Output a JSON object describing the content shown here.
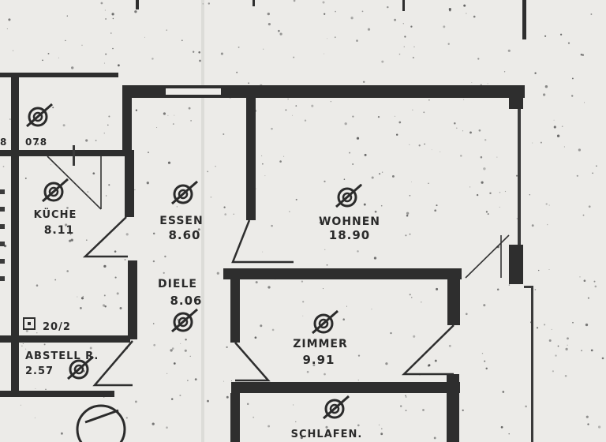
{
  "rooms": {
    "kueche": {
      "name": "KÜCHE",
      "area": "8.11"
    },
    "essen": {
      "name": "ESSEN",
      "area": "8.60"
    },
    "wohnen": {
      "name": "WOHNEN",
      "area": "18.90"
    },
    "diele": {
      "name": "DIELE",
      "area": "8.06"
    },
    "zimmer": {
      "name": "ZIMMER",
      "area": "9.91"
    },
    "abstell": {
      "name": "ABSTELL R.",
      "area": "2.57"
    },
    "schlafen": {
      "name": "SCHLAFEN."
    }
  },
  "annotations": {
    "top_left_code": "078",
    "small_code": "20/2",
    "edge_digit": "8"
  }
}
